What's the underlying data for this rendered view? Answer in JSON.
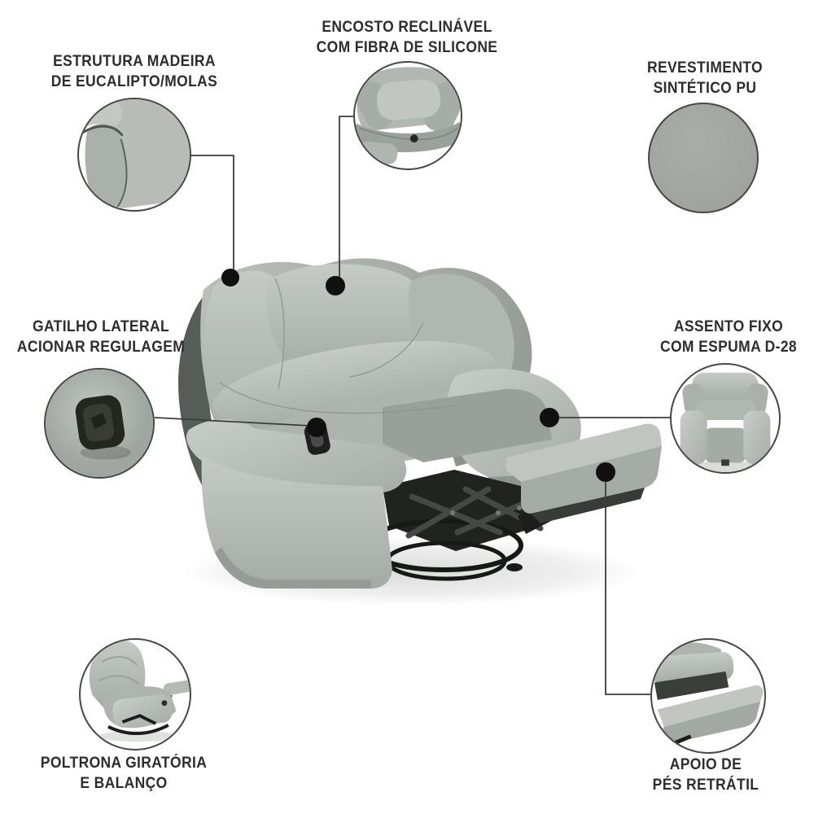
{
  "callouts": [
    {
      "id": "estrutura",
      "line1": "ESTRUTURA MADEIRA",
      "line2": "DE EUCALIPTO/MOLAS"
    },
    {
      "id": "encosto",
      "line1": "ENCOSTO RECLINÁVEL",
      "line2": "COM FIBRA DE SILICONE"
    },
    {
      "id": "revestimento",
      "line1": "REVESTIMENTO",
      "line2": "SINTÉTICO PU"
    },
    {
      "id": "gatilho",
      "line1": "GATILHO LATERAL",
      "line2": "ACIONAR REGULAGEM"
    },
    {
      "id": "assento",
      "line1": "ASSENTO FIXO",
      "line2": "COM ESPUMA D-28"
    },
    {
      "id": "poltrona",
      "line1": "POLTRONA GIRATÓRIA",
      "line2": "E BALANÇO"
    },
    {
      "id": "apoio",
      "line1": "APOIO DE",
      "line2": "PÉS RETRÁTIL"
    }
  ],
  "colors": {
    "background": "#ffffff",
    "label_text": "#2d2d2d",
    "connector_line": "#3c3c3c",
    "dot": "#101010",
    "circle_border": "#454845",
    "chair_light": "#c6cbc5",
    "chair_mid": "#aab0aa",
    "chair_dark": "#8d938d",
    "mechanism_black": "#1d1d1d",
    "pu_swatch": "#a3a6a0"
  }
}
